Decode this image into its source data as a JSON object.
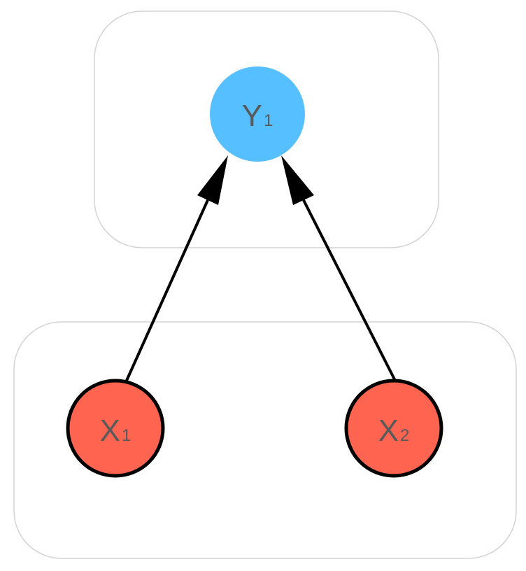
{
  "colors": {
    "output_node": "#56bfff",
    "input_node": "#ff6450",
    "cluster_border": "#d3d3d3",
    "edge": "#000000",
    "label": "#5a5a5a"
  },
  "nodes": {
    "y1": {
      "letter": "Y",
      "subscript": "1"
    },
    "x1": {
      "letter": "X",
      "subscript": "1"
    },
    "x2": {
      "letter": "X",
      "subscript": "2"
    }
  },
  "edges": [
    {
      "from": "x1",
      "to": "y1"
    },
    {
      "from": "x2",
      "to": "y1"
    }
  ]
}
